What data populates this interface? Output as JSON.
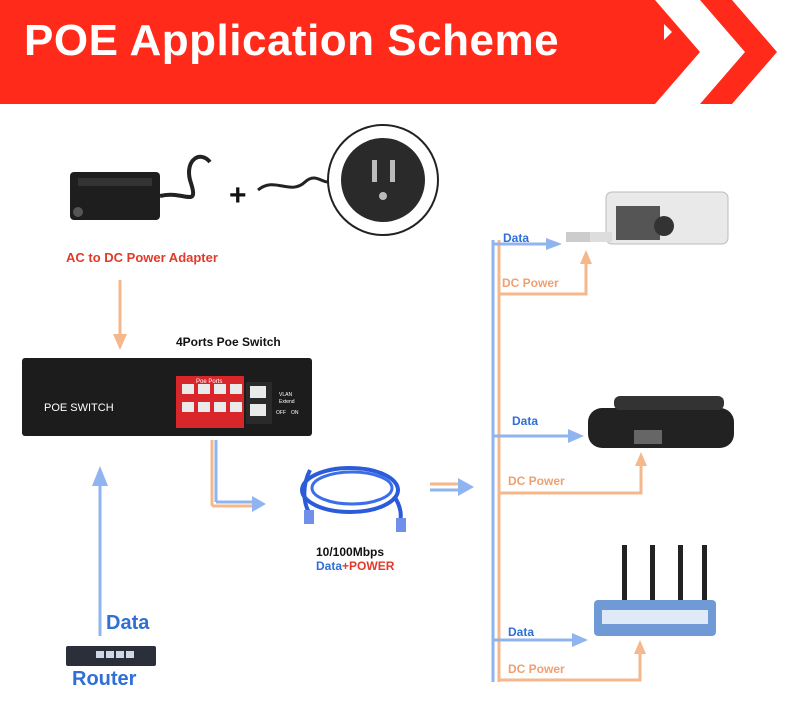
{
  "banner": {
    "title": "POE Application Scheme"
  },
  "adapter": {
    "label": "AC to DC Power Adapter",
    "plus": "+"
  },
  "switch": {
    "title": "4Ports Poe Switch",
    "panel_label": "POE SWITCH",
    "ports_header": "Poe Ports",
    "vlan_label": "VLAN",
    "extend_label": "Extend",
    "off_label": "OFF",
    "on_label": "ON"
  },
  "cable": {
    "speed": "10/100Mbps",
    "data": "Data",
    "plus": "+",
    "power": "POWER"
  },
  "router": {
    "data_label": "Data",
    "name": "Router"
  },
  "devices": [
    {
      "data_label": "Data",
      "power_label": "DC Power"
    },
    {
      "data_label": "Data",
      "power_label": "DC Power"
    },
    {
      "data_label": "Data",
      "power_label": "DC Power"
    }
  ],
  "colors": {
    "banner_red": "#ff2a1a",
    "data_blue": "#8fb4f0",
    "power_orange": "#f4b88c",
    "label_blue": "#2f6fd6",
    "label_red": "#e23a2a"
  }
}
